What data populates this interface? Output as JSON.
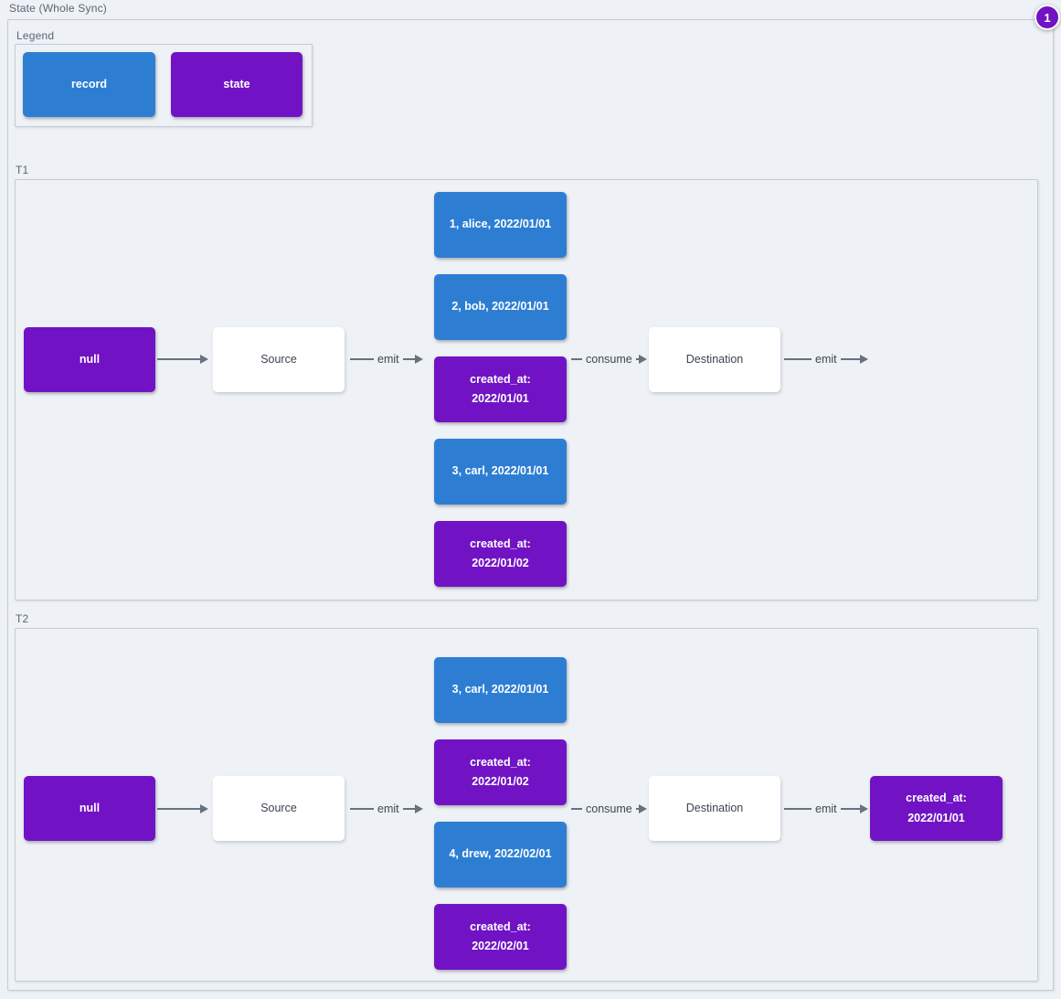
{
  "title": "State (Whole Sync)",
  "badge": "1",
  "colors": {
    "record": "#2d7ed3",
    "state": "#7113c4",
    "background": "#eef1f5",
    "container_border": "#c3ccd6",
    "arrow": "#66727f",
    "white_node_text": "#3b4352"
  },
  "legend": {
    "label": "Legend",
    "record_label": "record",
    "state_label": "state"
  },
  "t1": {
    "label": "T1",
    "null_label": "null",
    "source_label": "Source",
    "emit_in_label": "emit",
    "stack": [
      {
        "type": "record",
        "label": "1, alice, 2022/01/01"
      },
      {
        "type": "record",
        "label": "2, bob, 2022/01/01"
      },
      {
        "type": "state",
        "label": "created_at:\n2022/01/01"
      },
      {
        "type": "record",
        "label": "3, carl, 2022/01/01"
      },
      {
        "type": "state",
        "label": "created_at:\n2022/01/02"
      }
    ],
    "consume_label": "consume",
    "destination_label": "Destination",
    "emit_out_label": "emit"
  },
  "t2": {
    "label": "T2",
    "null_label": "null",
    "source_label": "Source",
    "emit_in_label": "emit",
    "stack": [
      {
        "type": "record",
        "label": "3, carl, 2022/01/01"
      },
      {
        "type": "state",
        "label": "created_at:\n2022/01/02"
      },
      {
        "type": "record",
        "label": "4, drew, 2022/02/01"
      },
      {
        "type": "state",
        "label": "created_at:\n2022/02/01"
      }
    ],
    "consume_label": "consume",
    "destination_label": "Destination",
    "emit_out_label": "emit",
    "output_label": "created_at:\n2022/01/01"
  }
}
